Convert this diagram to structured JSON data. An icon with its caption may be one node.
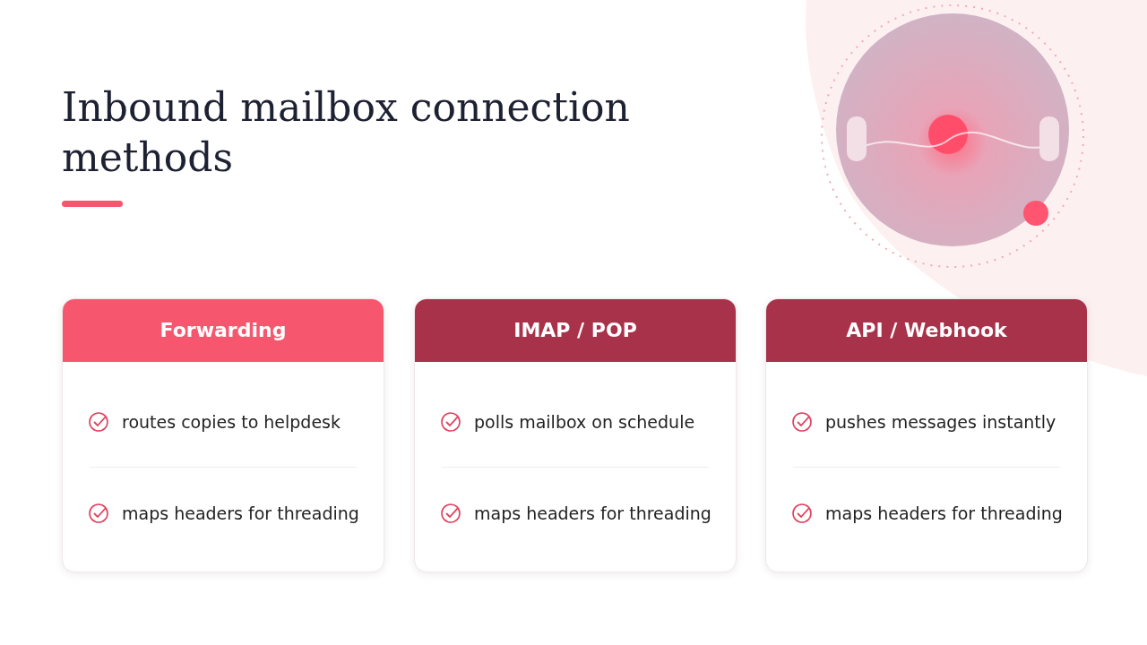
{
  "diagram": {
    "title": "Inbound mailbox connection methods",
    "nodes": [
      {
        "text": [
          "Forwarding",
          "routes copies to helpdesk",
          "maps headers for threading"
        ]
      },
      {
        "text": [
          "IMAP / POP",
          "polls mailbox on schedule",
          "maps headers for threading"
        ]
      },
      {
        "text": [
          "API / Webhook",
          "pushes messages instantly",
          "maps headers for threading"
        ]
      }
    ]
  }
}
